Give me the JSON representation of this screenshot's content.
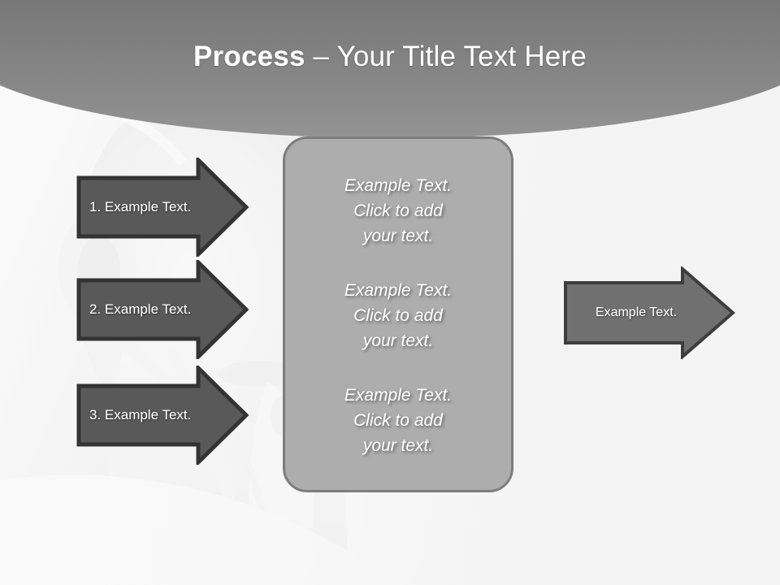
{
  "slide": {
    "title": {
      "bold_part": "Process",
      "rest_part": " – Your Title Text Here",
      "full": "Process – Your Title Text Here"
    },
    "colors": {
      "header_gradient_top": "#6c6c6c",
      "header_gradient_bottom": "#949494",
      "header_accent_band": "#c9c9c9",
      "background": "#f4f4f4",
      "step_arrow_fill": "#595959",
      "step_arrow_stroke": "#333333",
      "result_arrow_fill": "#707070",
      "result_arrow_stroke": "#3d3d3d",
      "content_box_fill": "#adadad",
      "content_box_stroke": "#7d7d7d",
      "text_on_shape": "#ffffff"
    }
  },
  "steps": [
    {
      "label": "1. Example Text."
    },
    {
      "label": "2. Example Text."
    },
    {
      "label": "3. Example Text."
    }
  ],
  "content_box": {
    "paragraphs": [
      {
        "line1": "Example Text.",
        "line2": "Click  to add",
        "line3": "your text."
      },
      {
        "line1": "Example Text.",
        "line2": "Click  to add",
        "line3": "your text."
      },
      {
        "line1": "Example Text.",
        "line2": "Click  to add",
        "line3": "your text."
      }
    ]
  },
  "result": {
    "label": "Example Text."
  }
}
